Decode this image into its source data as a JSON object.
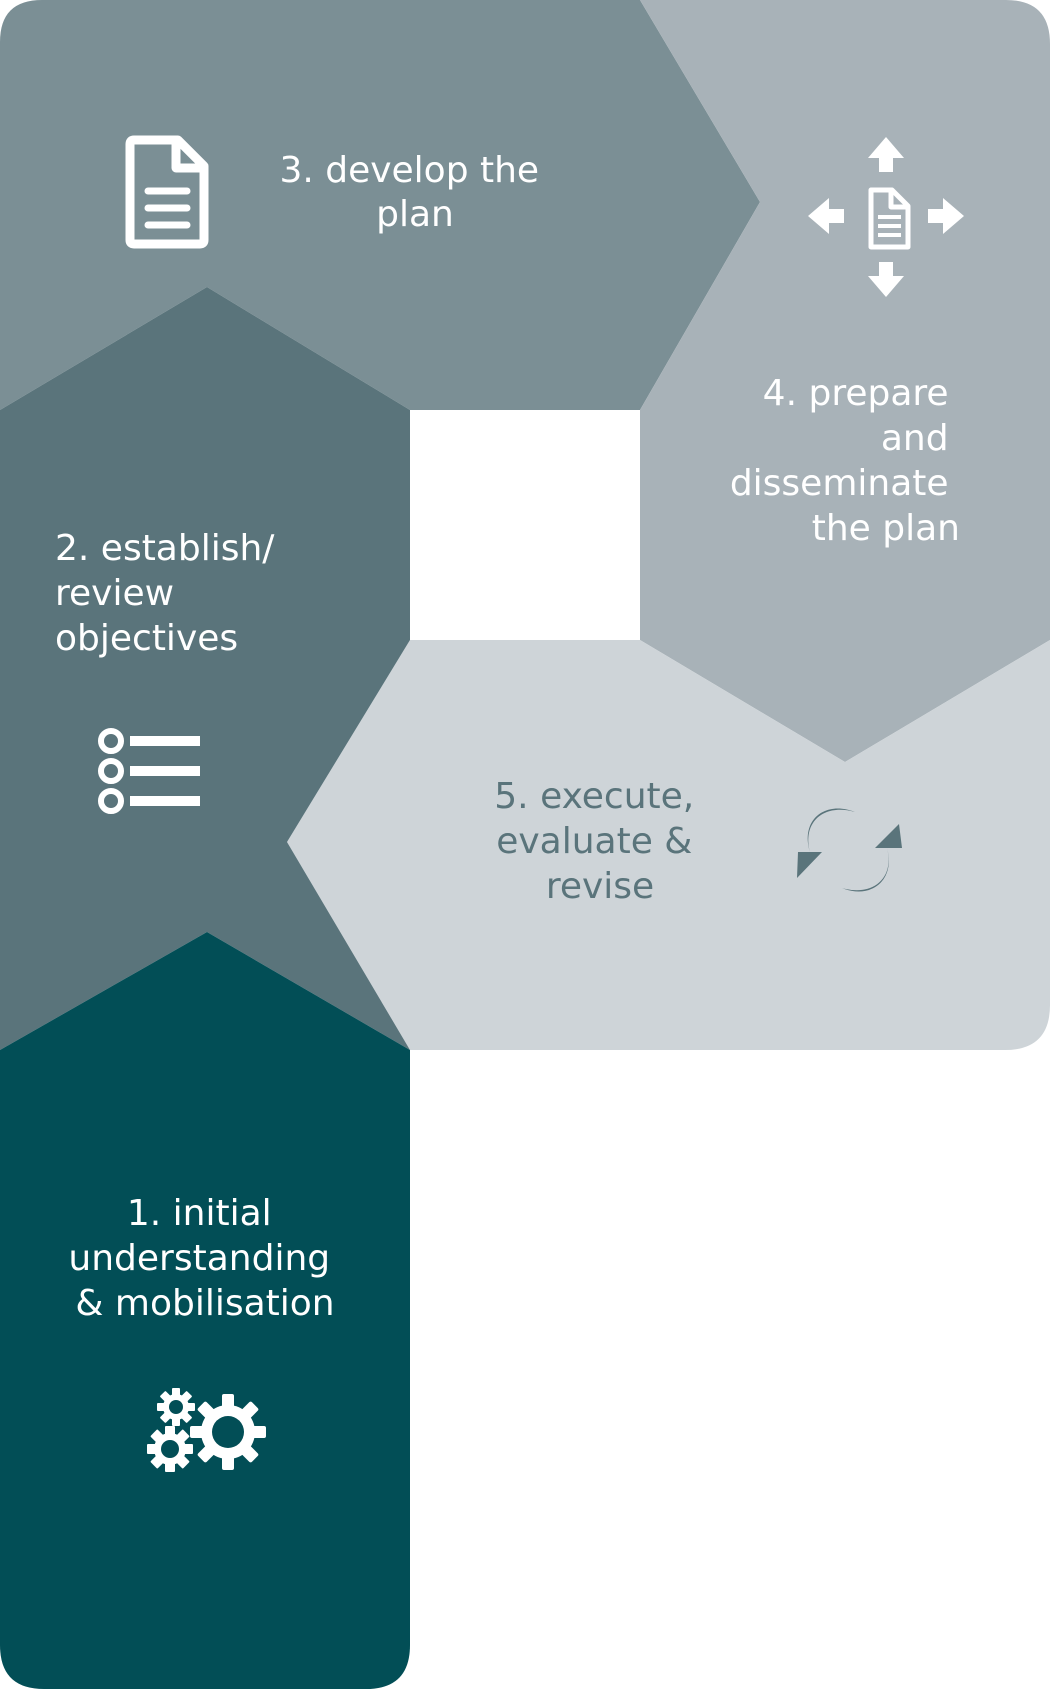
{
  "steps": [
    {
      "number": "1.",
      "lines": [
        "1. initial",
        "understanding",
        "& mobilisation"
      ],
      "icon": "gears-icon",
      "color": "#024e56",
      "text_color": "#ffffff"
    },
    {
      "number": "2.",
      "lines": [
        "2. establish/",
        "review",
        "objectives"
      ],
      "icon": "list-icon",
      "color": "#5a747b",
      "text_color": "#ffffff"
    },
    {
      "number": "3.",
      "lines": [
        "3. develop the",
        "plan"
      ],
      "icon": "document-icon",
      "color": "#7b8f95",
      "text_color": "#ffffff"
    },
    {
      "number": "4.",
      "lines": [
        "4. prepare",
        "and",
        "disseminate",
        "the plan"
      ],
      "icon": "document-arrows-icon",
      "color": "#a8b2b8",
      "text_color": "#ffffff"
    },
    {
      "number": "5.",
      "lines": [
        "5. execute,",
        "evaluate &",
        "revise"
      ],
      "icon": "refresh-icon",
      "color": "#ced4d8",
      "text_color": "#5a747b"
    }
  ]
}
